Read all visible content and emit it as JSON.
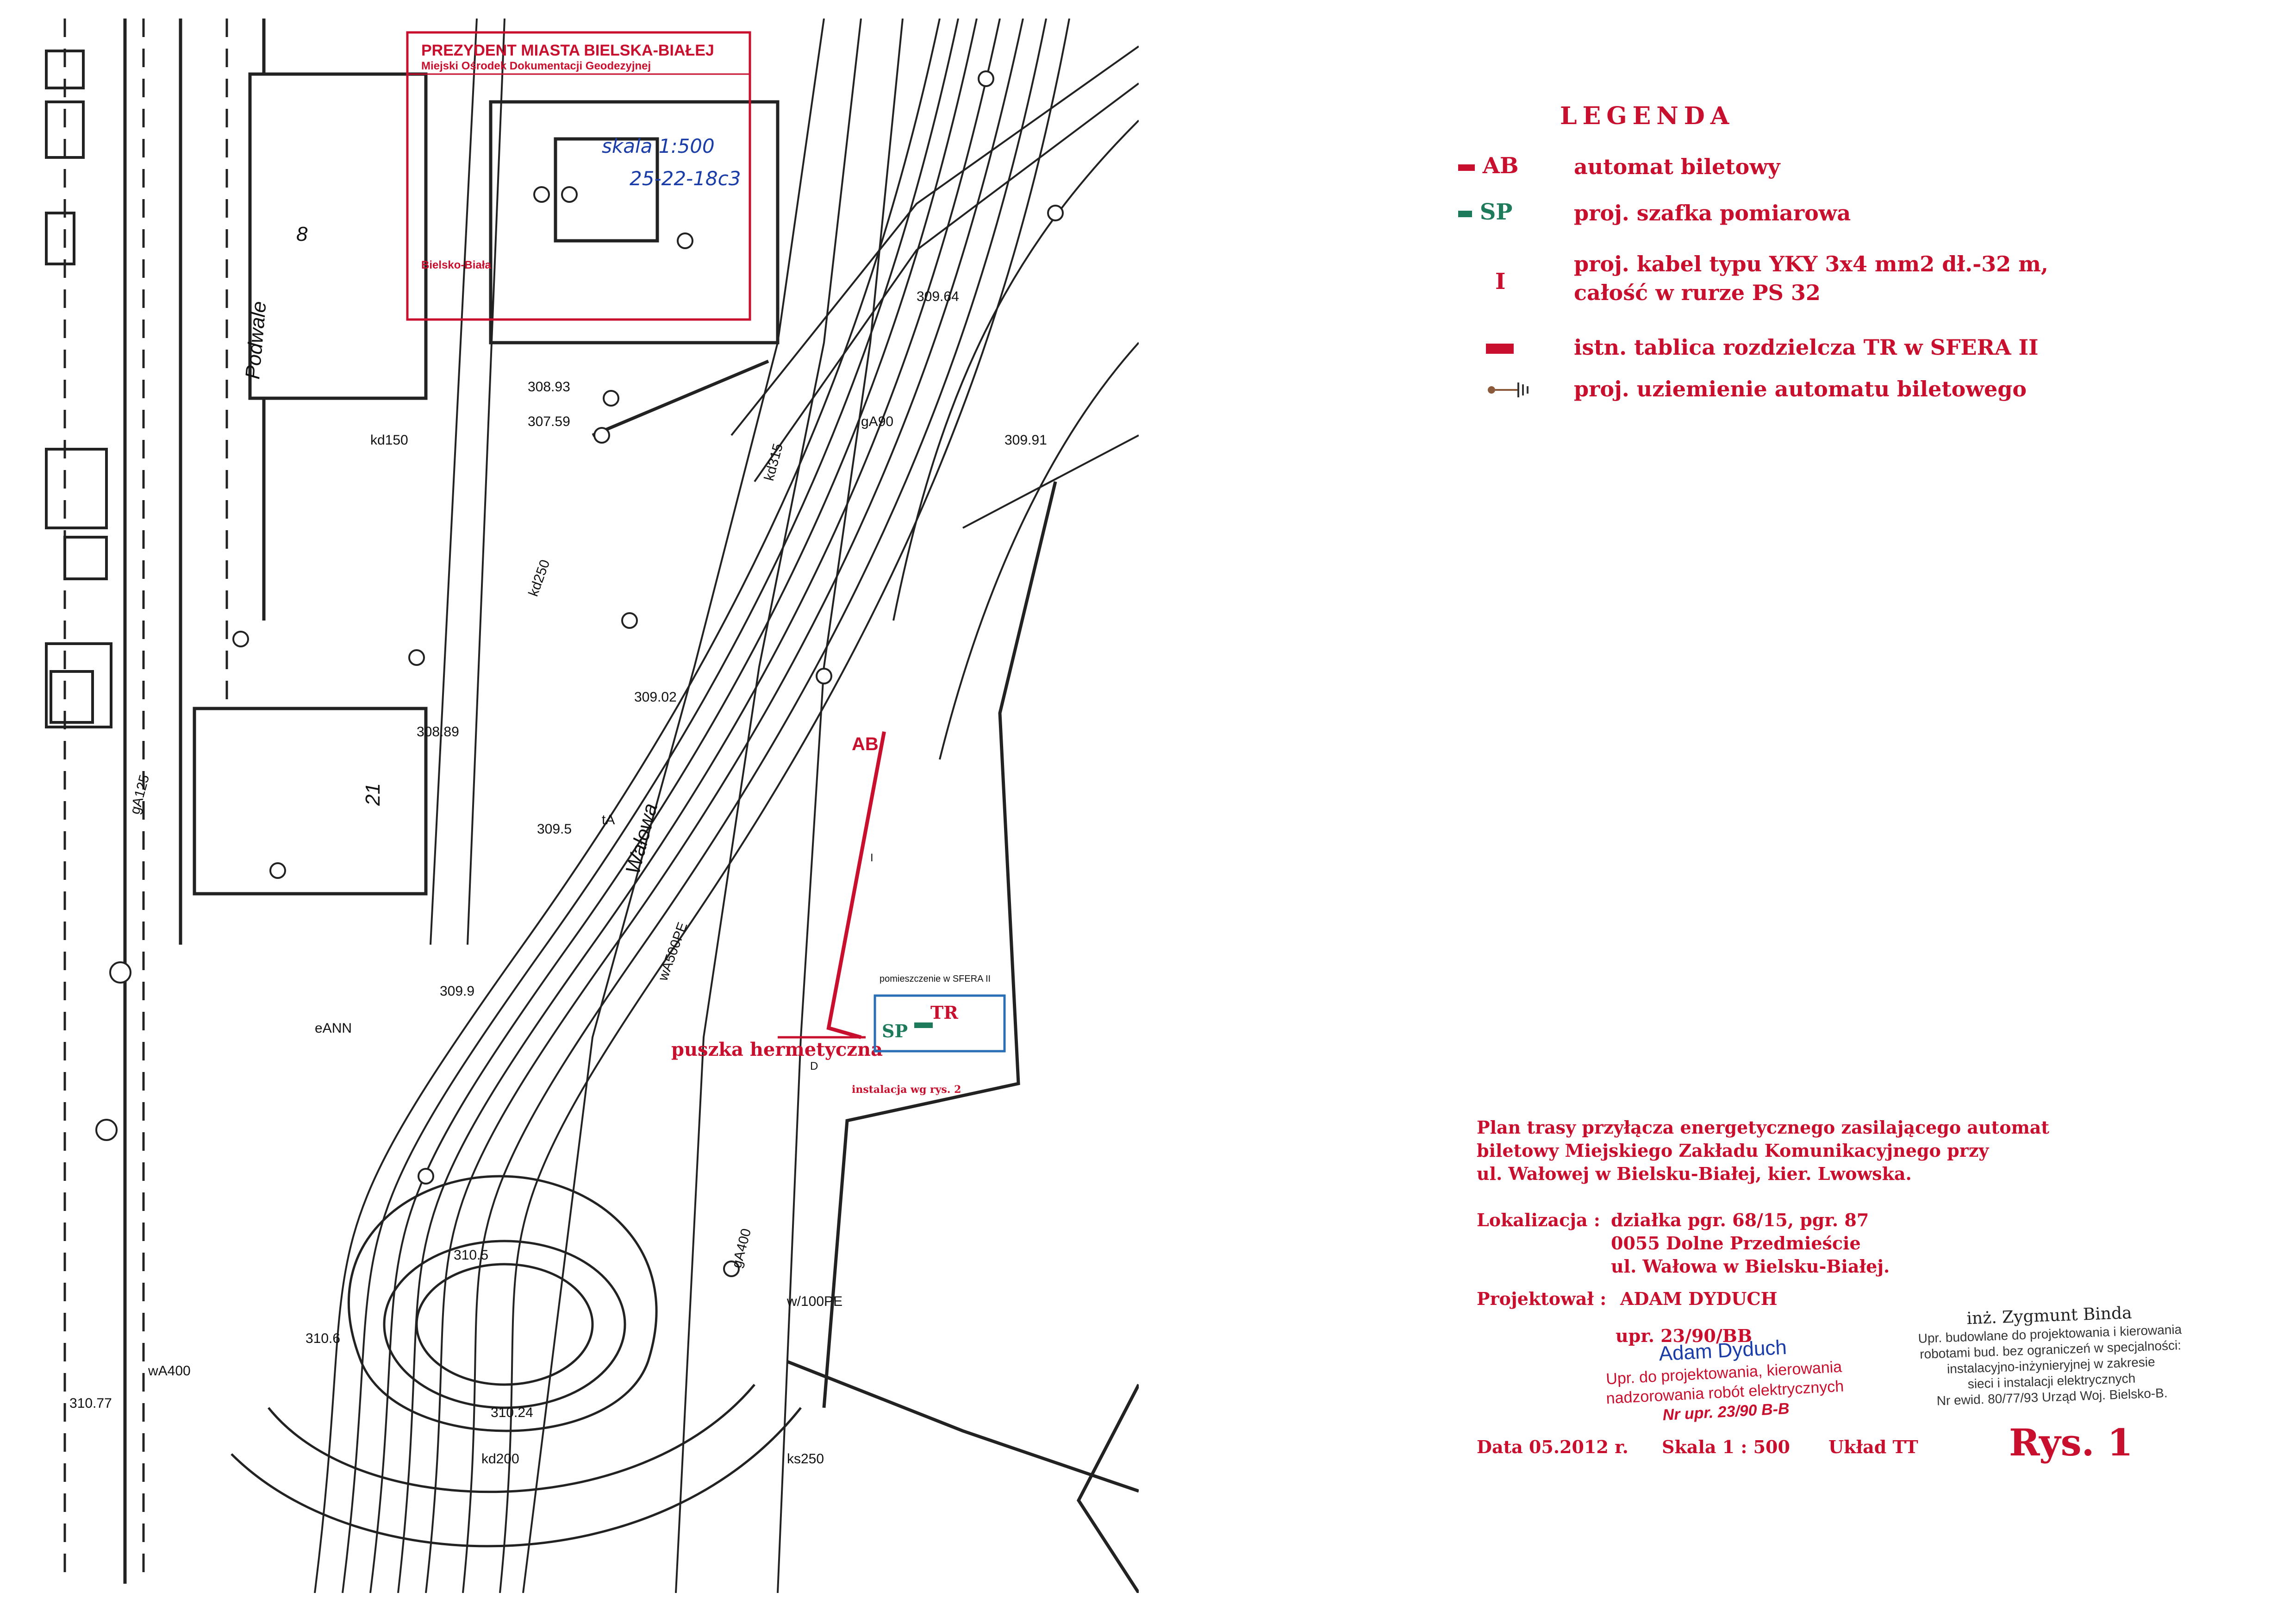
{
  "stamp": {
    "line1": "PREZYDENT MIASTA BIELSKA-BIAŁEJ",
    "line2": "Miejski Ośrodek Dokumentacji Geodezyjnej",
    "city": "Bielsko-Biała"
  },
  "handwritten": {
    "scale": "skala 1:500",
    "sheet": "25-22-18c3"
  },
  "map_labels": {
    "street_podwale": "Podwale",
    "street_walowa": "Wałowa",
    "building_8": "8",
    "building_21": "21",
    "junction_box": "puszka hermetyczna",
    "installation_note": "instalacja wg rys. 2",
    "room_label": "pomieszczenie w SFERA II",
    "sym_ab": "AB",
    "sym_sp": "SP",
    "sym_tr": "TR",
    "sym_i": "I",
    "sym_d": "D",
    "elev_1": "308.93",
    "elev_2": "307.59",
    "elev_3": "309.02",
    "elev_4": "310.5",
    "elev_5": "309.9",
    "elev_6": "310.77",
    "elev_7": "308.89",
    "elev_8": "309.91",
    "elev_9": "309.64",
    "elev_10": "309.5",
    "elev_11": "310.6",
    "elev_12": "310.24",
    "pipe_1": "kd150",
    "pipe_2": "kd250",
    "pipe_3": "gA400",
    "pipe_4": "wA500PE",
    "pipe_5": "eANN",
    "pipe_6": "gA90",
    "pipe_7": "kd200",
    "pipe_8": "wA400",
    "pipe_9": "ks250",
    "pipe_10": "w/100PE",
    "pipe_11": "gA125",
    "pipe_12": "kd315",
    "pipe_13": "tA"
  },
  "legend": {
    "title": "LEGENDA",
    "items": [
      {
        "symbol": "AB",
        "description": "automat biletowy"
      },
      {
        "symbol": "SP",
        "description": "proj.  szafka  pomiarowa"
      },
      {
        "symbol": "I",
        "description_line1": "proj.  kabel typu  YKY 3x4 mm2  dł.-32 m,",
        "description_line2": "całość  w  rurze  PS 32"
      },
      {
        "symbol": "",
        "description": "istn. tablica rozdzielcza  TR  w  SFERA II"
      },
      {
        "symbol": "",
        "description": "proj.  uziemienie  automatu biletowego"
      }
    ]
  },
  "title_block": {
    "plan_line1": "Plan  trasy  przyłącza  energetycznego  zasilającego  automat",
    "plan_line2": "biletowy  Miejskiego  Zakładu  Komunikacyjnego  przy",
    "plan_line3": "ul. Wałowej  w  Bielsku-Białej,  kier.  Lwowska.",
    "loc_label": "Lokalizacja :",
    "loc_line1": "działka  pgr. 68/15,  pgr. 87",
    "loc_line2": "0055  Dolne  Przedmieście",
    "loc_line3": "ul. Wałowa  w  Bielsku-Białej.",
    "designer_label": "Projektował :",
    "designer_name": "ADAM  DYDUCH",
    "license": "upr.  23/90/BB",
    "date": "Data  05.2012 r.",
    "scale": "Skala  1 : 500",
    "system": "Układ   TT",
    "drawing_no": "Rys.  1"
  },
  "designer_stamp": {
    "name": "Adam Dyduch",
    "line1": "Upr. do projektowania, kierowania",
    "line2": "nadzorowania robót elektrycznych",
    "line3": "Nr upr. 23/90 B-B"
  },
  "verifier_stamp": {
    "name": "inż. Zygmunt Binda",
    "line1": "Upr. budowlane do projektowania i kierowania",
    "line2": "robotami bud. bez ograniczeń w specjalności:",
    "line3": "instalacyjno-inżynieryjnej w zakresie",
    "line4": "sieci i instalacji elektrycznych",
    "line5": "Nr ewid. 80/77/93 Urząd Woj. Bielsko-B."
  },
  "colors": {
    "annotation_red": "#c8102e",
    "annotation_green": "#1d7a5a",
    "handwriting_blue": "#1a3ca8",
    "room_box_blue": "#2a6fb5",
    "map_ink": "#222222"
  }
}
